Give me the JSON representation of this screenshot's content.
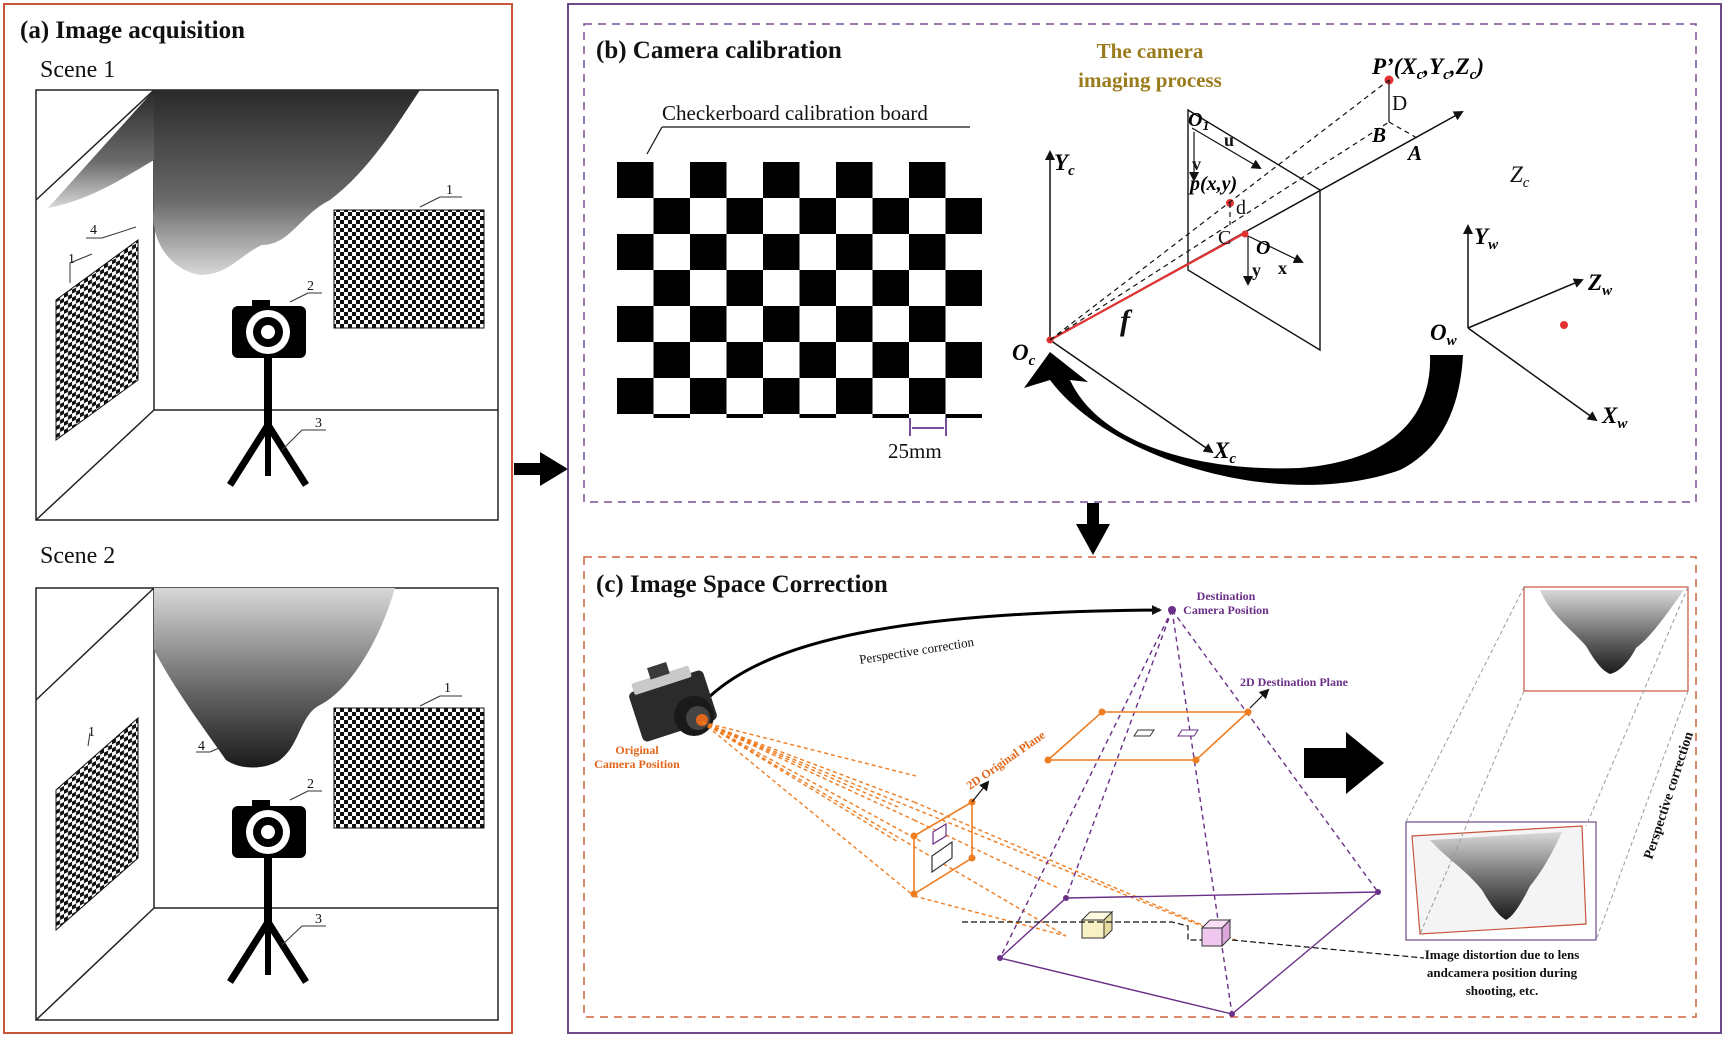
{
  "panel_a": {
    "title": "(a)  Image acquisition",
    "scene1": "Scene 1",
    "scene2": "Scene 2",
    "callouts": [
      "1",
      "2",
      "3",
      "4"
    ]
  },
  "panel_b": {
    "title": "(b) Camera calibration",
    "board_label": "Checkerboard calibration board",
    "square_size": "25mm",
    "imaging_process_line1": "The camera",
    "imaging_process_line2": "imaging process",
    "labels": {
      "yc": "Y",
      "yc_sub": "c",
      "xc": "X",
      "xc_sub": "c",
      "oc": "O",
      "oc_sub": "c",
      "zc": "Z",
      "zc_sub": "c",
      "yw": "Y",
      "yw_sub": "w",
      "zw": "Z",
      "zw_sub": "w",
      "xw": "X",
      "xw_sub": "w",
      "ow": "O",
      "ow_sub": "w",
      "o1": "O",
      "o1_sub": "1",
      "u": "u",
      "v": "v",
      "pxy": "p(x,y)",
      "d_small": "d",
      "c": "C",
      "o": "O",
      "x": "x",
      "y": "y",
      "f": "f",
      "pprime": "P’(X",
      "pprime_sub1": "c",
      "pprime_mid": ",Y",
      "pprime_sub2": "c",
      "pprime_mid2": ",Z",
      "pprime_sub3": "c",
      "pprime_end": ")",
      "d_big": "D",
      "b": "B",
      "a": "A"
    }
  },
  "panel_c": {
    "title": "(c) Image  Space Correction",
    "destination_line1": "Destination",
    "destination_line2": "Camera  Position",
    "perspective_correction_arc": "Perspective correction",
    "original_line1": "Original",
    "original_line2": "Camera  Position",
    "plane_2d_destination": "2D Destination Plane",
    "plane_2d_original": "2D Original Plane",
    "perspective_correction_side": "Perspective correction",
    "distortion_line1": "Image distortion due to lens",
    "distortion_line2": "andcamera position during",
    "distortion_line3": "shooting, etc."
  },
  "colors": {
    "panel_a_border": "#c8553d",
    "panel_bc_border": "#6d4a86",
    "panel_b_dash": "#7a4f99",
    "panel_c_dash": "#d2653e",
    "accent_red": "#e23232",
    "gold": "#9b7c1d",
    "orange": "#ef7d22",
    "purple": "#6a2f86"
  }
}
